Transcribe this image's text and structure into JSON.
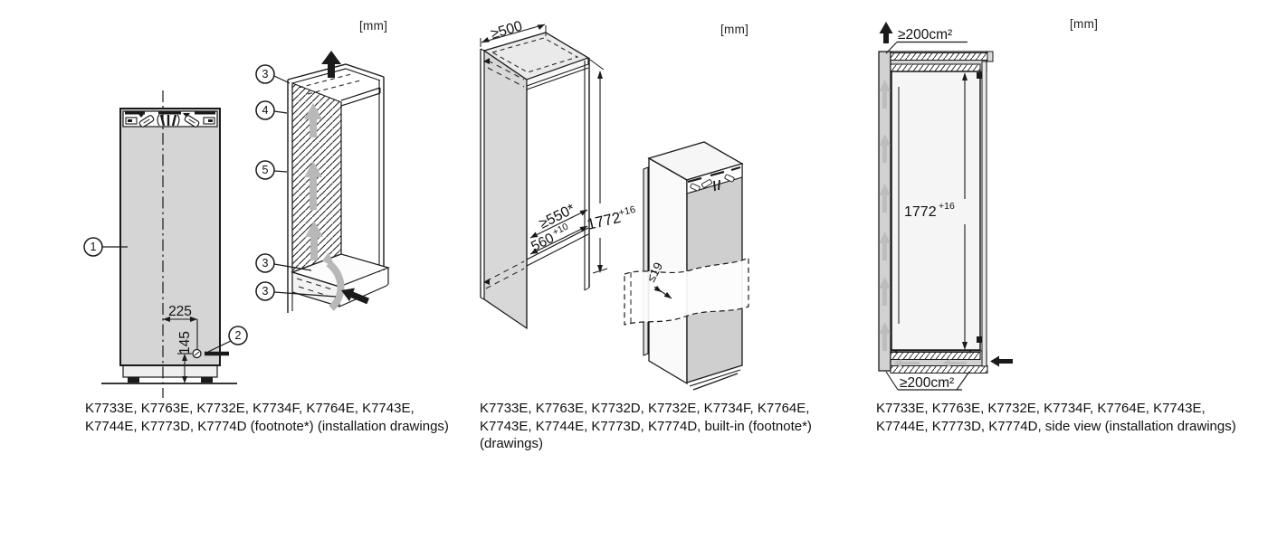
{
  "document": {
    "type": "appliance installation drawings",
    "unit_label": "[mm]"
  },
  "colors": {
    "line": "#1a1a1a",
    "appliance_gray": "#d5d5d5",
    "cabinet_gray": "#d8d8d8",
    "door_gray": "#cfcfcf",
    "airflow_gray": "#b8b8b8",
    "background": "#ffffff"
  },
  "figures": [
    {
      "id": "installation-front",
      "unit_label": "[mm]",
      "caption": "K7733E, K7763E, K7732E, K7734F, K7764E, K7743E, K7744E, K7773D, K7774D (footnote*) (installation drawings)",
      "callouts": {
        "c1": "1",
        "c2": "2",
        "c3": "3",
        "c4": "4",
        "c5": "5"
      },
      "dimensions": {
        "offset_from_centre": "225",
        "height_from_floor": "145"
      }
    },
    {
      "id": "built-in-niche",
      "unit_label": "[mm]",
      "caption": "K7733E, K7763E, K7732D, K7732E, K7734F, K7764E, K7743E, K7744E, K7773D, K7774D, built-in (footnote*) (drawings)",
      "dimensions": {
        "niche_depth_top": "≥500",
        "niche_depth_mid": "≥550*",
        "niche_width": "560",
        "niche_width_tol": "+10",
        "niche_height": "1772",
        "niche_height_tol": "+16",
        "front_gap": "≤19"
      }
    },
    {
      "id": "side-view",
      "unit_label": "[mm]",
      "caption": "K7733E, K7763E, K7732E, K7734F, K7764E, K7743E, K7744E, K7773D, K7774D, side view (installation drawings)",
      "dimensions": {
        "vent_top": "≥200cm²",
        "vent_bottom": "≥200cm²",
        "niche_height": "1772",
        "niche_height_tol": "+16"
      }
    }
  ]
}
